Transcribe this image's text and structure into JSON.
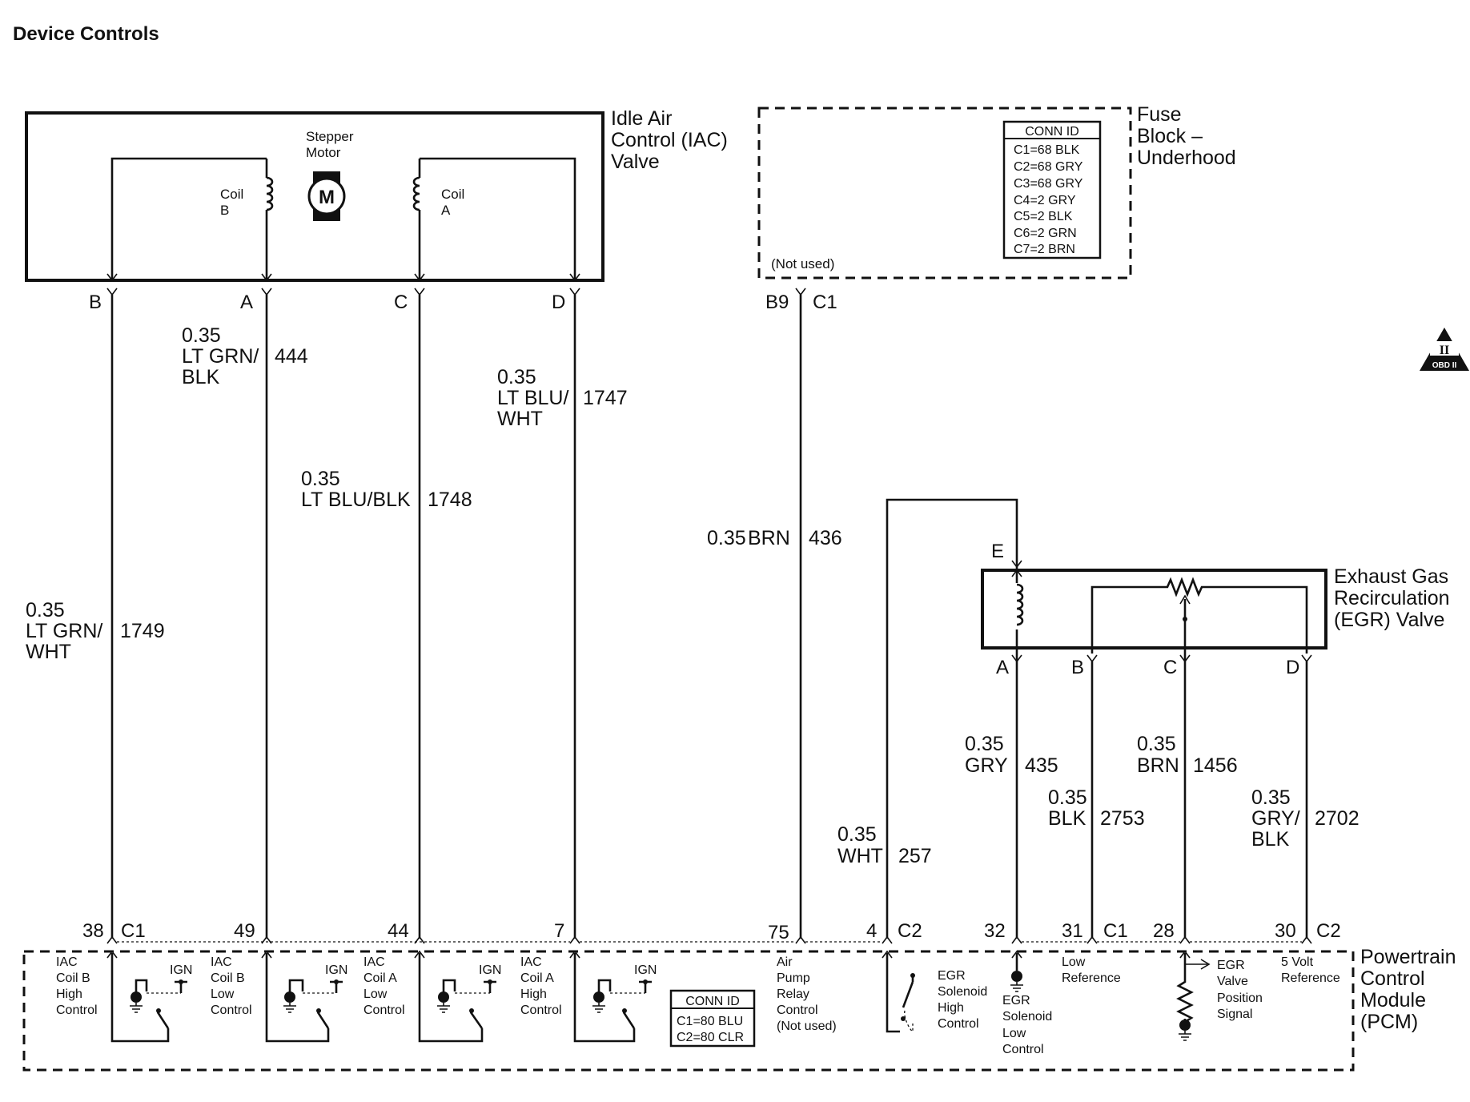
{
  "title": "Device Controls",
  "iac": {
    "name_lines": [
      "Idle Air",
      "Control (IAC)",
      "Valve"
    ],
    "stepper_lines": [
      "Stepper",
      "Motor"
    ],
    "motor_symbol": "M",
    "coil_b_lines": [
      "Coil",
      "B"
    ],
    "coil_a_lines": [
      "Coil",
      "A"
    ],
    "pins": [
      "B",
      "A",
      "C",
      "D"
    ]
  },
  "fuse_block": {
    "name_lines": [
      "Fuse",
      "Block –",
      "Underhood"
    ],
    "not_used": "(Not used)",
    "conn_id_header": "CONN ID",
    "conn_ids": [
      "C1=68 BLK",
      "C2=68 GRY",
      "C3=68 GRY",
      "C4=2 GRY",
      "C5=2 BLK",
      "C6=2 GRN",
      "C7=2 BRN"
    ],
    "pin": "B9",
    "connector": "C1"
  },
  "obd_badge": {
    "symbol": "II",
    "text": "OBD II"
  },
  "wires": [
    {
      "gauge": "0.35",
      "color_lines": [
        "LT GRN/",
        "WHT"
      ],
      "circuit": "1749"
    },
    {
      "gauge": "0.35",
      "color_lines": [
        "LT GRN/",
        "BLK"
      ],
      "circuit": "444"
    },
    {
      "gauge": "0.35",
      "color_lines": [
        "LT BLU/BLK"
      ],
      "circuit": "1748"
    },
    {
      "gauge": "0.35",
      "color_lines": [
        "LT BLU/",
        "WHT"
      ],
      "circuit": "1747"
    },
    {
      "gauge": "0.35",
      "color_lines": [
        "BRN"
      ],
      "circuit": "436"
    },
    {
      "gauge": "0.35",
      "color_lines": [
        "WHT"
      ],
      "circuit": "257"
    },
    {
      "gauge": "0.35",
      "color_lines": [
        "GRY"
      ],
      "circuit": "435"
    },
    {
      "gauge": "0.35",
      "color_lines": [
        "BLK"
      ],
      "circuit": "2753"
    },
    {
      "gauge": "0.35",
      "color_lines": [
        "BRN"
      ],
      "circuit": "1456"
    },
    {
      "gauge": "0.35",
      "color_lines": [
        "GRY/",
        "BLK"
      ],
      "circuit": "2702"
    }
  ],
  "egr": {
    "name_lines": [
      "Exhaust Gas",
      "Recirculation",
      "(EGR) Valve"
    ],
    "top_pin": "E",
    "pins": [
      "A",
      "B",
      "C",
      "D"
    ]
  },
  "pcm": {
    "name_lines": [
      "Powertrain",
      "Control",
      "Module",
      "(PCM)"
    ],
    "pins": [
      "38",
      "49",
      "44",
      "7",
      "75",
      "4",
      "32",
      "31",
      "28",
      "30"
    ],
    "connectors": [
      "C1",
      "C2",
      "C1",
      "C2"
    ],
    "ign": "IGN",
    "drivers": [
      [
        "IAC",
        "Coil B",
        "High",
        "Control"
      ],
      [
        "IAC",
        "Coil B",
        "Low",
        "Control"
      ],
      [
        "IAC",
        "Coil A",
        "Low",
        "Control"
      ],
      [
        "IAC",
        "Coil A",
        "High",
        "Control"
      ]
    ],
    "air_pump_lines": [
      "Air",
      "Pump",
      "Relay",
      "Control",
      "(Not used)"
    ],
    "conn_id_header": "CONN ID",
    "conn_ids": [
      "C1=80 BLU",
      "C2=80 CLR"
    ],
    "egr_high_lines": [
      "EGR",
      "Solenoid",
      "High",
      "Control"
    ],
    "egr_low_lines": [
      "EGR",
      "Solenoid",
      "Low",
      "Control"
    ],
    "low_ref_lines": [
      "Low",
      "Reference"
    ],
    "egr_pos_lines": [
      "EGR",
      "Valve",
      "Position",
      "Signal"
    ],
    "five_volt_lines": [
      "5 Volt",
      "Reference"
    ]
  }
}
